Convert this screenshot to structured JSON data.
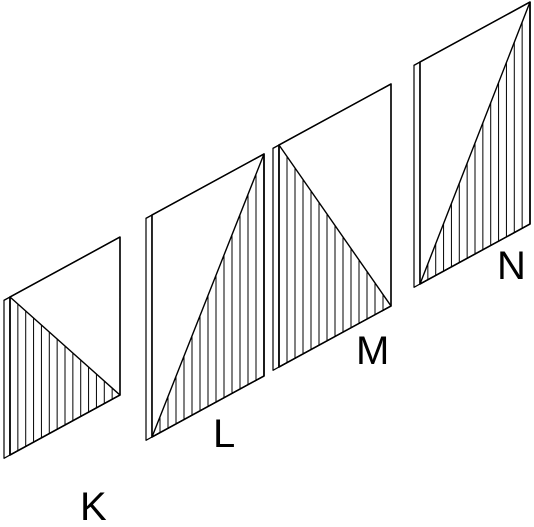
{
  "panels": [
    {
      "label": "K",
      "shaded": "lower-left"
    },
    {
      "label": "L",
      "shaded": "lower-right"
    },
    {
      "label": "M",
      "shaded": "lower-left"
    },
    {
      "label": "N",
      "shaded": "lower-right"
    }
  ],
  "colors": {
    "line": "#000000",
    "background": "#ffffff"
  }
}
